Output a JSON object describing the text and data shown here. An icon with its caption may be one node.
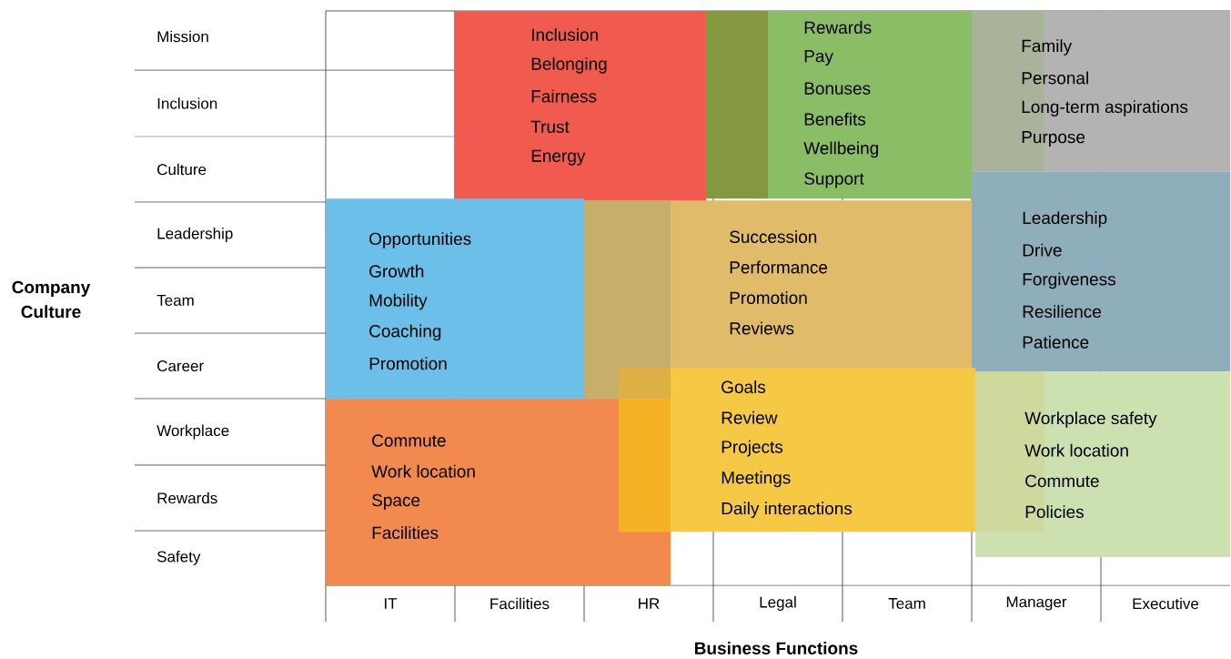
{
  "diagram": {
    "nodes": [
      {
        "text": [
          "Inclusion",
          "Belonging",
          "Fairness",
          "Trust",
          "Energy"
        ]
      },
      {
        "text": [
          "Rewards",
          "Pay",
          "Bonuses",
          "Benefits",
          "Wellbeing",
          "Support"
        ]
      },
      {
        "text": [
          "Family",
          "Personal",
          "Long-term aspirations",
          "Purpose"
        ]
      },
      {
        "text": [
          "Leadership",
          "Drive",
          "Forgiveness",
          "Resilience",
          "Patience"
        ]
      },
      {
        "text": [
          "Opportunities",
          "Growth",
          "Mobility",
          "Coaching",
          "Promotion"
        ]
      },
      {
        "text": [
          "Succession",
          "Performance",
          "Promotion",
          "Reviews"
        ]
      },
      {
        "text": [
          "Goals",
          "Review",
          "Projects",
          "Meetings",
          "Daily interactions"
        ]
      },
      {
        "text": [
          "Workplace safety",
          "Work location",
          "Commute",
          "Policies"
        ]
      },
      {
        "text": [
          "Commute",
          "Work location",
          "Space",
          "Facilities"
        ]
      }
    ],
    "labels": [
      "Mission",
      "Inclusion",
      "Culture",
      "Leadership",
      "Team",
      "Career",
      "Workplace",
      "Rewards",
      "Safety",
      "IT",
      "Facilities",
      "HR",
      "Legal",
      "Team",
      "Manager",
      "Executive",
      "Company Culture",
      "Business Functions"
    ]
  }
}
